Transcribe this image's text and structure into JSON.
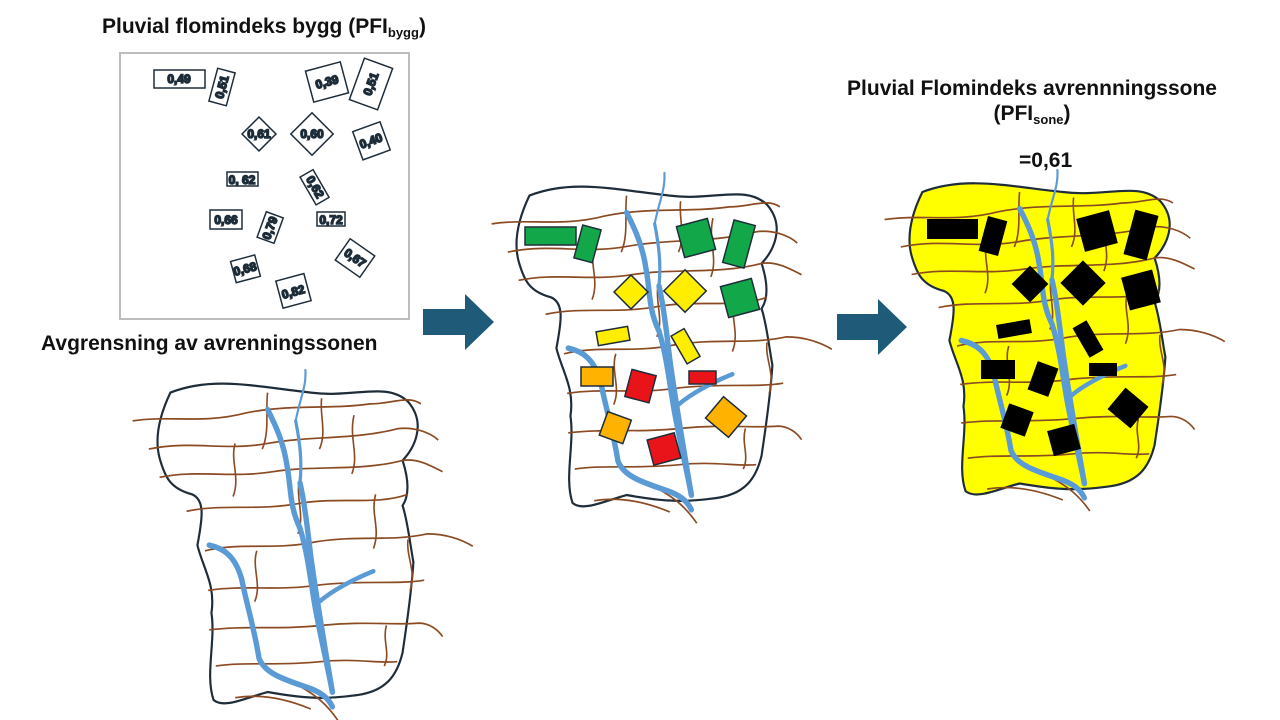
{
  "titles": {
    "building_index": "Pluvial flomindeks bygg (PFI",
    "building_index_sub": "bygg",
    "building_index_close": ")",
    "delineation": "Avgrensning av avrenningssonen",
    "zone_index_line1": "Pluvial Flomindeks avrennningssone",
    "zone_index_line2": "(PFI",
    "zone_index_sub": "sone",
    "zone_index_close": ")",
    "zone_index_value": "=0,61"
  },
  "building_values": [
    "0,49",
    "0,51",
    "0,39",
    "0,51",
    "0,61",
    "0,60",
    "0,40",
    "0, 62",
    "0,62",
    "0,66",
    "0,79",
    "0,72",
    "0,67",
    "0,68",
    "0,82"
  ],
  "colors": {
    "outline": "#1e2d3a",
    "contour": "#8b4a22",
    "river": "#5b9bd5",
    "arrow": "#1f5b78",
    "green": "#12a84a",
    "yellow": "#ffee00",
    "orange": "#ffb300",
    "red": "#e8141a",
    "black": "#000000",
    "zone_fill": "#ffff00",
    "box_border": "#bdbdbd"
  }
}
